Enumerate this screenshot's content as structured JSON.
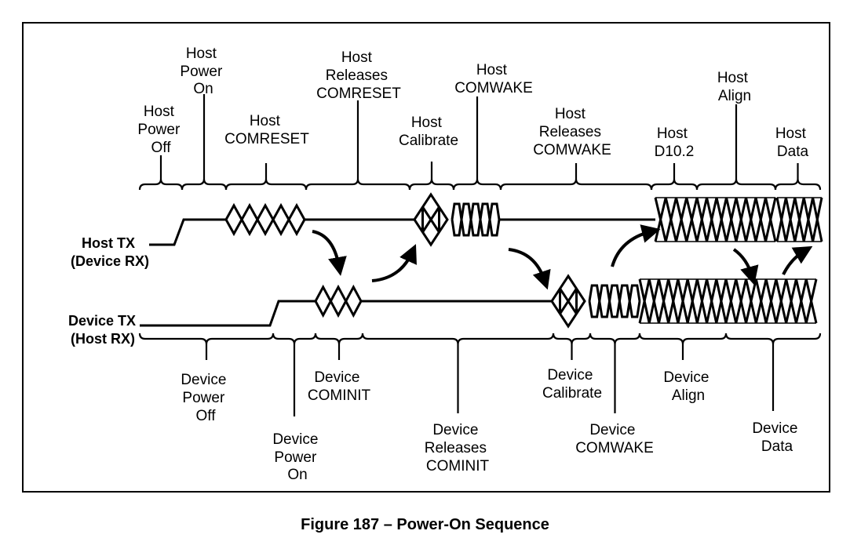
{
  "signals": {
    "host_tx": [
      "Host TX",
      "(Device RX)"
    ],
    "device_tx": [
      "Device TX",
      "(Host RX)"
    ]
  },
  "host_labels": [
    [
      "Host",
      "Power",
      "Off"
    ],
    [
      "Host",
      "Power",
      "On"
    ],
    [
      "Host",
      "COMRESET"
    ],
    [
      "Host",
      "Releases",
      "COMRESET"
    ],
    [
      "Host",
      "Calibrate"
    ],
    [
      "Host",
      "COMWAKE"
    ],
    [
      "Host",
      "Releases",
      "COMWAKE"
    ],
    [
      "Host",
      "D10.2"
    ],
    [
      "Host",
      "Align"
    ],
    [
      "Host",
      "Data"
    ]
  ],
  "device_labels": [
    [
      "Device",
      "Power",
      "Off"
    ],
    [
      "Device",
      "Power",
      "On"
    ],
    [
      "Device",
      "COMINIT"
    ],
    [
      "Device",
      "Releases",
      "COMINIT"
    ],
    [
      "Device",
      "Calibrate"
    ],
    [
      "Device",
      "COMWAKE"
    ],
    [
      "Device",
      "Align"
    ],
    [
      "Device",
      "Data"
    ]
  ],
  "caption": "Figure 187 – Power-On Sequence"
}
